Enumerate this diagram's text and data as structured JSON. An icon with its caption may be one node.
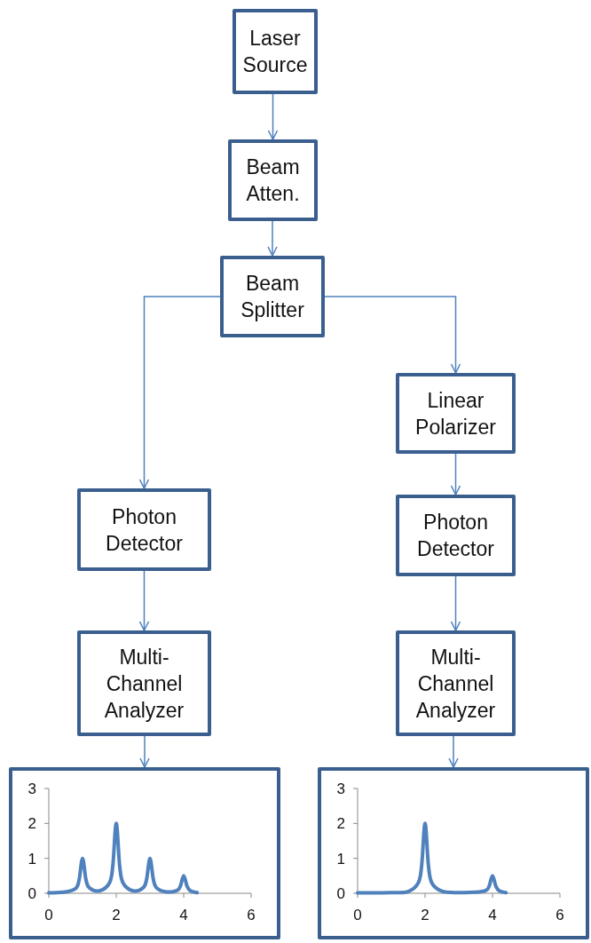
{
  "diagram": {
    "nodes": [
      {
        "text": [
          "Laser Source"
        ]
      },
      {
        "text": [
          "Beam Atten."
        ]
      },
      {
        "text": [
          "Beam Splitter"
        ]
      },
      {
        "text": [
          "Linear Polarizer"
        ]
      },
      {
        "text": [
          "Photon Detector"
        ]
      },
      {
        "text": [
          "Photon Detector"
        ]
      },
      {
        "text": [
          "Multi- Channel Analyzer"
        ]
      },
      {
        "text": [
          "Multi- Channel Analyzer"
        ]
      },
      {
        "text": [],
        "shape": "picture"
      },
      {
        "text": [],
        "shape": "picture"
      }
    ],
    "edges": [
      {
        "from": 0,
        "to": 1,
        "arrow": "to"
      },
      {
        "from": 1,
        "to": 2,
        "arrow": "to"
      },
      {
        "from": 2,
        "to": 4,
        "arrow": "to"
      },
      {
        "from": 2,
        "to": 3,
        "arrow": "to"
      },
      {
        "from": 3,
        "to": 5,
        "arrow": "to"
      },
      {
        "from": 4,
        "to": 6,
        "arrow": "to"
      },
      {
        "from": 5,
        "to": 7,
        "arrow": "to"
      },
      {
        "from": 6,
        "to": 8,
        "arrow": "to"
      },
      {
        "from": 7,
        "to": 9,
        "arrow": "to"
      }
    ],
    "chart_data": [
      {
        "type": "line",
        "x": [
          0,
          0.5,
          0.8,
          0.9,
          1,
          1.1,
          1.2,
          1.5,
          1.8,
          1.9,
          2,
          2.1,
          2.2,
          2.5,
          2.8,
          2.9,
          3,
          3.1,
          3.2,
          3.5,
          3.8,
          3.9,
          4,
          4.1,
          4.2,
          4.4
        ],
        "series": [
          {
            "color": "#4f81bd",
            "values": [
              0.01,
              0.04,
              0.14,
              0.39,
              1,
              0.4,
              0.16,
              0.07,
              0.3,
              0.8,
              2,
              0.8,
              0.3,
              0.07,
              0.16,
              0.4,
              1,
              0.4,
              0.15,
              0.04,
              0.08,
              0.2,
              0.5,
              0.2,
              0.07,
              0.02
            ]
          }
        ],
        "xlim": [
          0,
          6
        ],
        "ylim": [
          0,
          3
        ],
        "xticks": [
          0,
          2,
          4,
          6
        ],
        "yticks": [
          0,
          1,
          2,
          3
        ]
      },
      {
        "type": "line",
        "x": [
          0,
          1,
          1.5,
          1.8,
          1.9,
          2,
          2.1,
          2.2,
          2.5,
          3,
          3.5,
          3.8,
          3.9,
          4,
          4.1,
          4.2,
          4.4
        ],
        "series": [
          {
            "color": "#4f81bd",
            "values": [
              0.01,
              0.02,
              0.05,
              0.3,
              0.8,
              2,
              0.8,
              0.3,
              0.06,
              0.02,
              0.03,
              0.08,
              0.2,
              0.5,
              0.2,
              0.07,
              0.02
            ]
          }
        ],
        "xlim": [
          0,
          6
        ],
        "ylim": [
          0,
          3
        ],
        "xticks": [
          0,
          2,
          4,
          6
        ],
        "yticks": [
          0,
          1,
          2,
          3
        ]
      }
    ]
  }
}
